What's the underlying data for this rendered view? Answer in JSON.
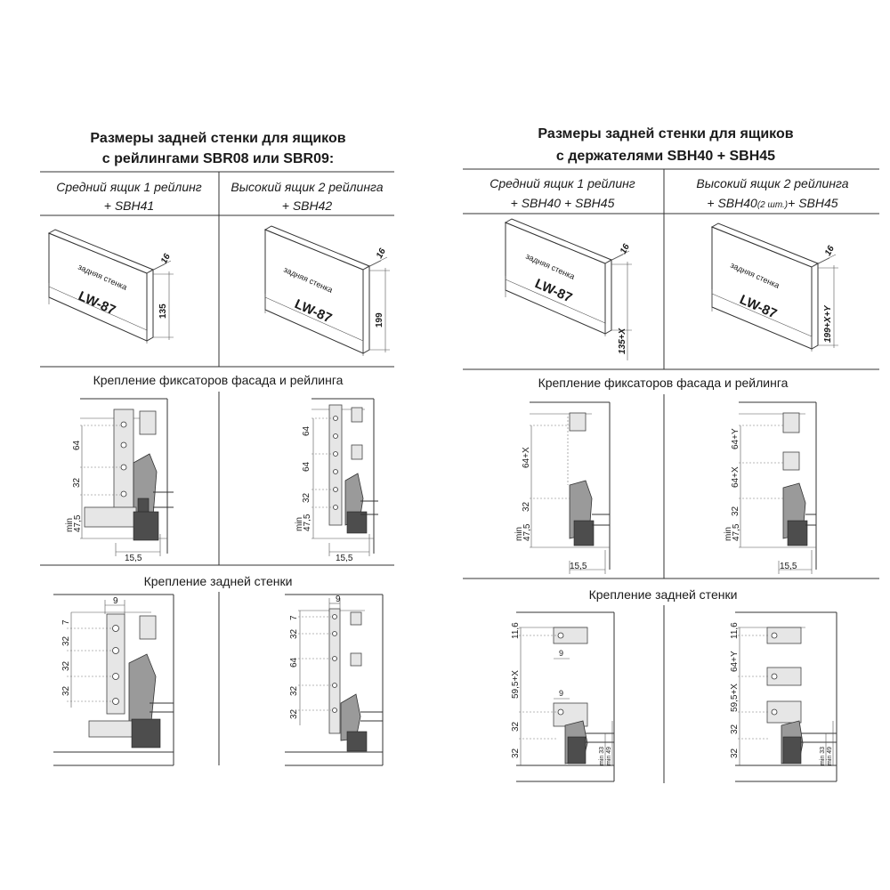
{
  "left": {
    "title_line1": "Размеры задней стенки для ящиков",
    "title_line2": "с рейлингами SBR08 или SBR09:",
    "col1": {
      "line1": "Средний ящик 1 рейлинг",
      "line2": "+ SBH41"
    },
    "col2": {
      "line1": "Высокий ящик 2 рейлинга",
      "line2": "+ SBH42"
    },
    "panel1": {
      "label": "задняя стенка",
      "width": "LW-87",
      "thickness": "16",
      "height": "135"
    },
    "panel2": {
      "label": "задняя стенка",
      "width": "LW-87",
      "thickness": "16",
      "height": "199"
    },
    "section1": "Крепление фиксаторов фасада и рейлинга",
    "section2": "Крепление задней стенки",
    "d1": {
      "a": "64",
      "b": "32",
      "c": "47,5",
      "min": "min",
      "w": "15,5"
    },
    "d2": {
      "a": "64",
      "b": "64",
      "c": "32",
      "d": "47,5",
      "min": "min",
      "w": "15,5"
    },
    "d3": {
      "a": "9",
      "b": "7",
      "c": "32",
      "d": "32",
      "e": "32"
    },
    "d4": {
      "a": "9",
      "b": "7",
      "c": "32",
      "d": "64",
      "e": "32",
      "f": "32"
    }
  },
  "right": {
    "title_line1": "Размеры задней стенки для ящиков",
    "title_line2": "с держателями SBH40 + SBH45",
    "col1": {
      "line1": "Средний ящик 1 рейлинг",
      "line2": "+ SBH40 + SBH45"
    },
    "col2": {
      "line1": "Высокий ящик 2 рейлинга",
      "line2a": "+ SBH40",
      "line2b": "(2 шт.)",
      "line2c": "+ SBH45"
    },
    "panel1": {
      "label": "задняя стенка",
      "width": "LW-87",
      "thickness": "16",
      "height": "135+X"
    },
    "panel2": {
      "label": "задняя стенка",
      "width": "LW-87",
      "thickness": "16",
      "height": "199+X+Y"
    },
    "section1": "Крепление фиксаторов фасада и рейлинга",
    "section2": "Крепление задней стенки",
    "d1": {
      "a": "64+X",
      "b": "32",
      "c": "47,5",
      "min": "min",
      "w": "15,5"
    },
    "d2": {
      "a": "64+Y",
      "b": "64+X",
      "c": "32",
      "d": "47,5",
      "min": "min",
      "w": "15,5"
    },
    "d3": {
      "a": "11,6",
      "b": "59,5+X",
      "c": "32",
      "d": "32",
      "e": "9",
      "f": "9",
      "g": "min 33",
      "h": "min 49"
    },
    "d4": {
      "a": "11,6",
      "b": "64+Y",
      "c": "59,5+X",
      "d": "32",
      "e": "32",
      "f": "min 33",
      "g": "min 49"
    }
  }
}
